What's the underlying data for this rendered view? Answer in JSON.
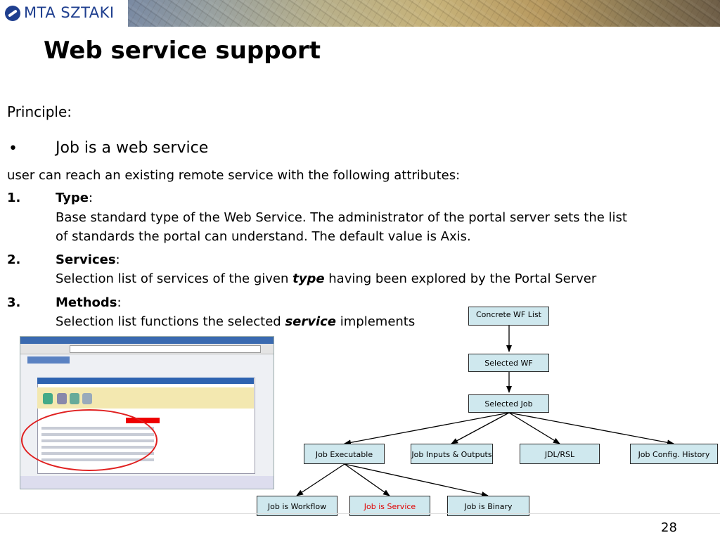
{
  "header": {
    "logo_text": "MTA SZTAKI"
  },
  "slide": {
    "title": "Web service support",
    "principle": "Principle:",
    "bullet_mark": "•",
    "bullet": "Job is a web service",
    "intro": "user can reach an existing remote service with the following attributes:",
    "items": [
      {
        "num": "1.",
        "term": "Type",
        "colon": ":",
        "line1": "Base standard type of the Web Service. The administrator of the portal server sets the list",
        "line2": "of standards the portal can understand. The default value is Axis."
      },
      {
        "num": "2.",
        "term": "Services",
        "colon": ":",
        "pre": "Selection list of services of the given ",
        "em": "type",
        "post": " having been explored by the Portal Server"
      },
      {
        "num": "3.",
        "term": "Methods",
        "colon": ":",
        "pre": "Selection list functions the selected ",
        "em": "service",
        "post": " implements"
      }
    ],
    "page_number": "28"
  },
  "diagram": {
    "nodes": {
      "concrete_wf_list": "Concrete WF List",
      "selected_wf": "Selected WF",
      "selected_job": "Selected Job",
      "job_executable": "Job Executable",
      "job_inputs_outputs": "Job Inputs & Outputs",
      "jdl_rsl": "JDL/RSL",
      "job_config_history": "Job Config. History",
      "job_is_workflow": "Job is Workflow",
      "job_is_service": "Job is Service",
      "job_is_binary": "Job is Binary"
    },
    "colors": {
      "box_fill": "#cfe8ee",
      "highlight_text": "#e00000"
    }
  }
}
